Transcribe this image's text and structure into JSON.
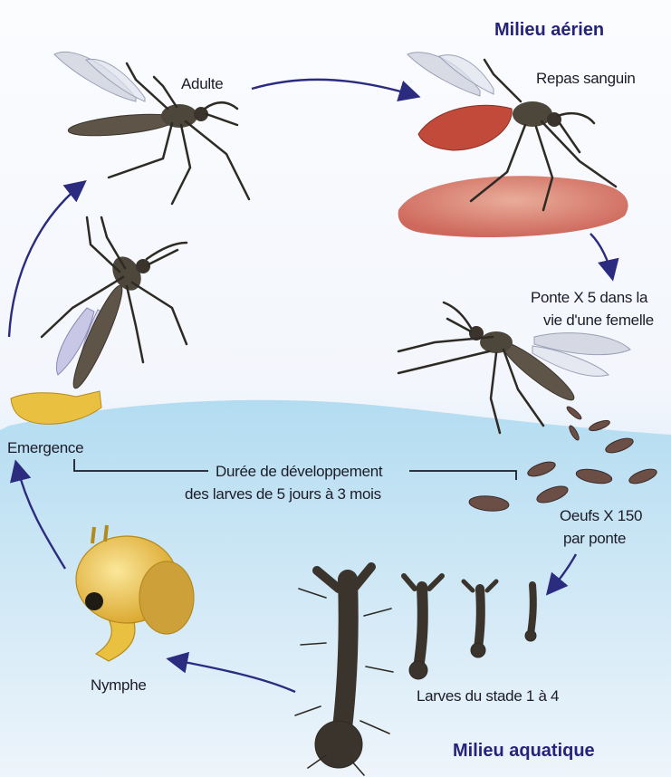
{
  "headers": {
    "air": "Milieu aérien",
    "water": "Milieu aquatique"
  },
  "labels": {
    "adult": "Adulte",
    "blood_meal": "Repas sanguin",
    "laying_line1": "Ponte X 5 dans la",
    "laying_line2": "vie d'une femelle",
    "emergence": "Emergence",
    "duration_line1": "Durée de développement",
    "duration_line2": "des larves de 5 jours à 3 mois",
    "eggs_line1": "Oeufs X 150",
    "eggs_line2": "par ponte",
    "nymph": "Nymphe",
    "larvae": "Larves du stade 1 à 4"
  },
  "colors": {
    "header_text": "#25237a",
    "arrow": "#2b2b80",
    "water": "#bfe3f2",
    "mosquito_body": "#5e5548",
    "blood_abdomen": "#c24a3a",
    "nymph": "#e9c040"
  }
}
